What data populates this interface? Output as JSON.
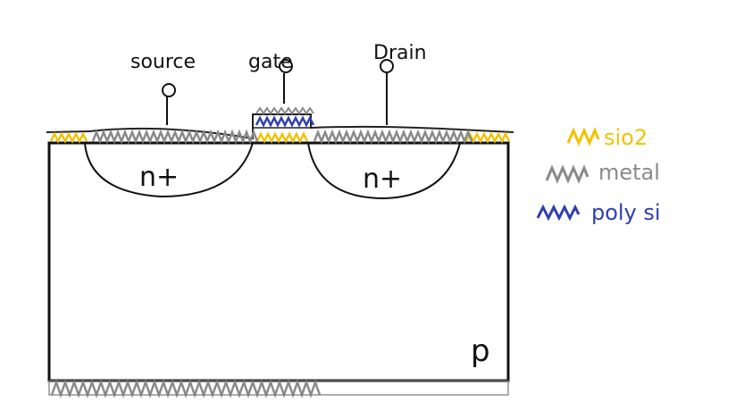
{
  "terminals": {
    "source": "source",
    "gate": "gate",
    "drain": "Drain"
  },
  "regions": {
    "source_implant": "n+",
    "drain_implant": "n+",
    "substrate": "p"
  },
  "legend": {
    "sio2": {
      "label": "sio2",
      "color": "#f2c200"
    },
    "metal": {
      "label": "metal",
      "color": "#8a8a8a"
    },
    "polysi": {
      "label": "poly si",
      "color": "#2f3fb0"
    }
  }
}
